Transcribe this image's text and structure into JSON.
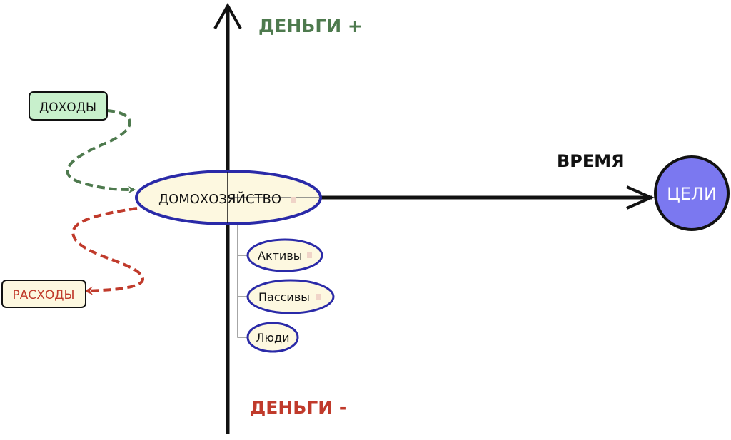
{
  "axes": {
    "money_plus": "ДЕНЬГИ +",
    "money_minus": "ДЕНЬГИ -",
    "time": "ВРЕМЯ"
  },
  "nodes": {
    "income": "ДОХОДЫ",
    "expenses": "РАСХОДЫ",
    "household": "ДОМОХОЗЯЙСТВО",
    "goals": "ЦЕЛИ",
    "children": [
      "Активы",
      "Пассивы",
      "Люди"
    ]
  },
  "colors": {
    "money_plus": "#4e7a4e",
    "money_minus": "#c03a2b",
    "goal_fill": "#7b78f0",
    "node_stroke": "#2a2aa8",
    "node_fill": "#fdf8e0",
    "income_fill": "#c8f0cc"
  }
}
